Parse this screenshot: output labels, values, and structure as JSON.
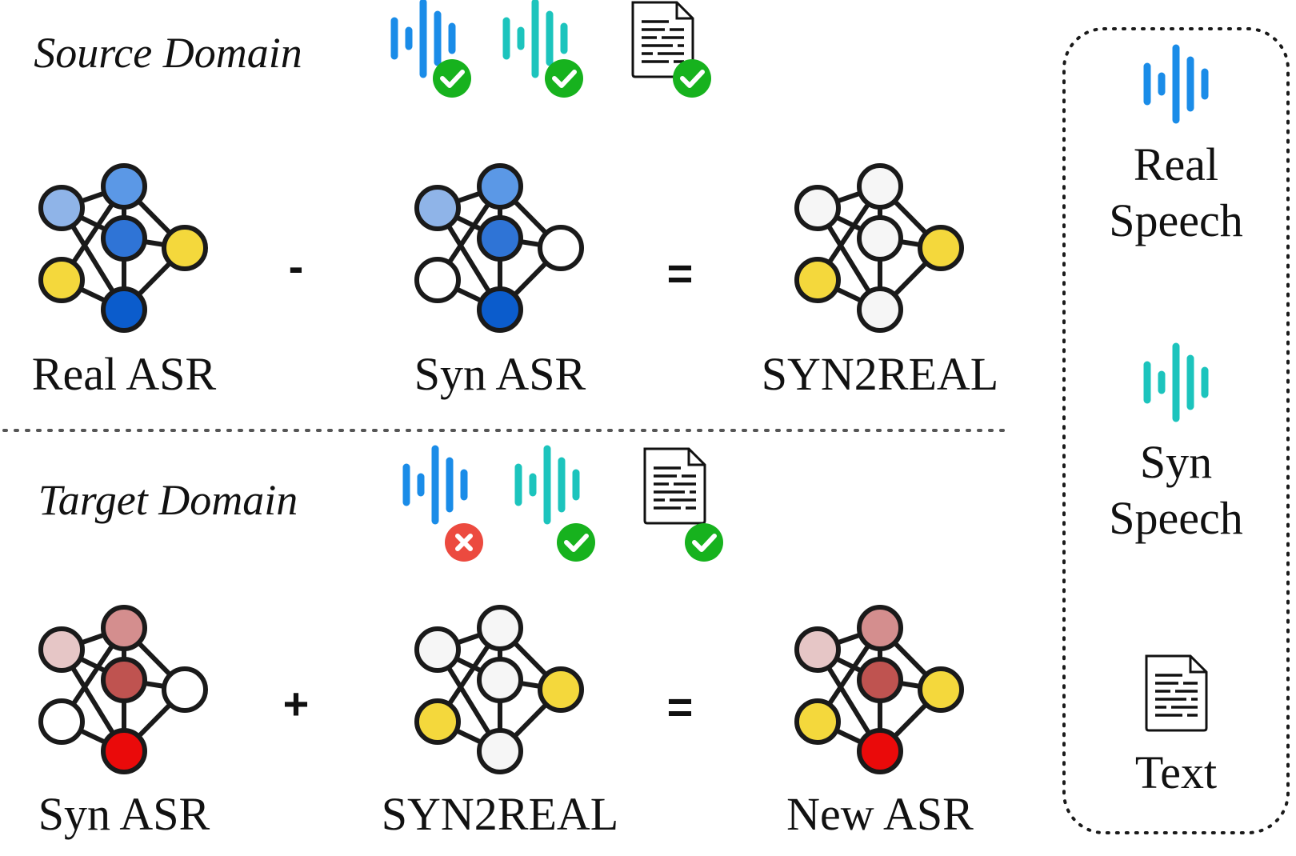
{
  "source": {
    "title": "Source Domain",
    "models": [
      {
        "label": "Real ASR",
        "colors": [
          "#8fb4e8",
          "#5b98e6",
          "#2f74d6",
          "#f4d83c",
          "#f4d83c",
          "#0b5ccc"
        ]
      },
      {
        "label": "Syn ASR",
        "colors": [
          "#8fb4e8",
          "#5b98e6",
          "#2f74d6",
          "#ffffff",
          "#ffffff",
          "#0b5ccc"
        ]
      },
      {
        "label": "SYN2REAL",
        "colors": [
          "#f6f6f6",
          "#f6f6f6",
          "#f6f6f6",
          "#f4d83c",
          "#f4d83c",
          "#f6f6f6"
        ]
      }
    ],
    "operators": [
      "-",
      "="
    ],
    "availability": [
      {
        "icon": "real-speech",
        "status": "check"
      },
      {
        "icon": "syn-speech",
        "status": "check"
      },
      {
        "icon": "text",
        "status": "check"
      }
    ]
  },
  "target": {
    "title": "Target Domain",
    "models": [
      {
        "label": "Syn ASR",
        "colors": [
          "#e6c6c6",
          "#d48e8e",
          "#bf5350",
          "#ffffff",
          "#ffffff",
          "#ea0a0a"
        ]
      },
      {
        "label": "SYN2REAL",
        "colors": [
          "#f6f6f6",
          "#f6f6f6",
          "#f6f6f6",
          "#f4d83c",
          "#f4d83c",
          "#f6f6f6"
        ]
      },
      {
        "label": "New ASR",
        "colors": [
          "#e6c6c6",
          "#d48e8e",
          "#bf5350",
          "#f4d83c",
          "#f4d83c",
          "#ea0a0a"
        ]
      }
    ],
    "operators": [
      "+",
      "="
    ],
    "availability": [
      {
        "icon": "real-speech",
        "status": "cross"
      },
      {
        "icon": "syn-speech",
        "status": "check"
      },
      {
        "icon": "text",
        "status": "check"
      }
    ]
  },
  "legend": {
    "items": [
      {
        "icon": "real-speech",
        "line1": "Real",
        "line2": "Speech"
      },
      {
        "icon": "syn-speech",
        "line1": "Syn",
        "line2": "Speech"
      },
      {
        "icon": "text",
        "line1": "Text",
        "line2": ""
      }
    ]
  },
  "colors": {
    "real_speech": "#1a8ce8",
    "syn_speech": "#1cc4bd",
    "check": "#17b21e",
    "cross": "#ec4a3f",
    "divider": "#555555"
  }
}
